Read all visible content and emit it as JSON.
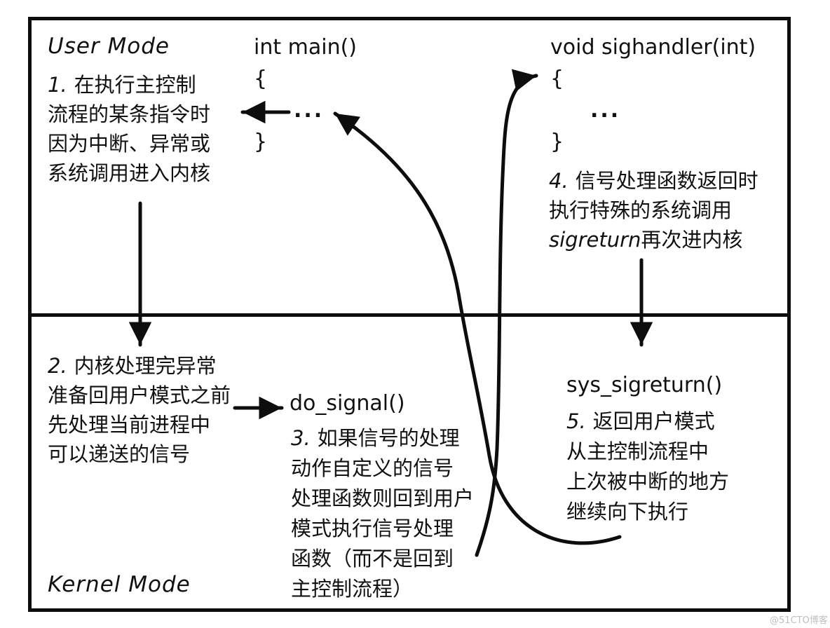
{
  "modes": {
    "user": "User Mode",
    "kernel": "Kernel Mode"
  },
  "code": {
    "main": {
      "title": "int main()",
      "open": "{",
      "body": "...",
      "close": "}"
    },
    "sighandler": {
      "title": "void sighandler(int)",
      "open": "{",
      "body": "...",
      "close": "}"
    },
    "do_signal": "do_signal()",
    "sys_sigreturn": "sys_sigreturn()"
  },
  "steps": {
    "step1": {
      "num": "1.",
      "lines": [
        "在执行主控制",
        "流程的某条指令时",
        "因为中断、异常或",
        "系统调用进入内核"
      ]
    },
    "step2": {
      "num": "2.",
      "lines": [
        "内核处理完异常",
        "准备回用户模式之前",
        "先处理当前进程中",
        "可以递送的信号"
      ]
    },
    "step3": {
      "num": "3.",
      "lines": [
        "如果信号的处理",
        "动作自定义的信号",
        "处理函数则回到用户",
        "模式执行信号处理",
        "函数（而不是回到",
        "主控制流程）"
      ]
    },
    "step4": {
      "num": "4.",
      "lines": [
        "信号处理函数返回时",
        "执行特殊的系统调用"
      ],
      "sigreturn_word": "sigreturn",
      "line3_rest": "再次进内核"
    },
    "step5": {
      "num": "5.",
      "lines": [
        "返回用户模式",
        "从主控制流程中",
        "上次被中断的地方",
        "继续向下执行"
      ]
    }
  },
  "watermark": "@51CTO博客",
  "colors": {
    "ink": "#0d0d0d",
    "watermark": "#bfbfbf"
  }
}
